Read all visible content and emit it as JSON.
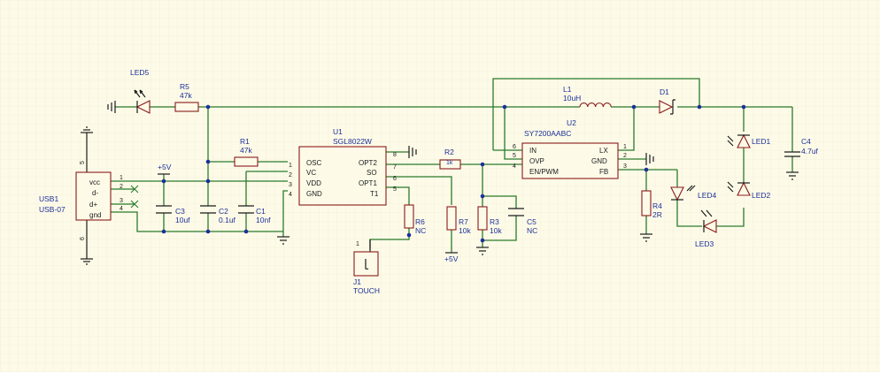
{
  "colors": {
    "background": "#fdfbe8",
    "wire": "#2b7a2b",
    "component_outline": "#8a1a1a",
    "label_text": "#1d2f9a",
    "grid": "#ede9cf"
  },
  "components": {
    "led5": {
      "ref": "LED5"
    },
    "r5": {
      "ref": "R5",
      "value": "47k"
    },
    "r1": {
      "ref": "R1",
      "value": "47k"
    },
    "u1": {
      "ref": "U1",
      "part": "SGL8022W",
      "pins_left": [
        {
          "num": "1",
          "name": "OSC"
        },
        {
          "num": "2",
          "name": "VC"
        },
        {
          "num": "3",
          "name": "VDD"
        },
        {
          "num": "4",
          "name": "GND"
        }
      ],
      "pins_right": [
        {
          "num": "8",
          "name": "OPT2"
        },
        {
          "num": "7",
          "name": "SO"
        },
        {
          "num": "6",
          "name": "OPT1"
        },
        {
          "num": "5",
          "name": "T1"
        }
      ]
    },
    "r2": {
      "ref": "R2",
      "value": "1k"
    },
    "u2": {
      "ref": "U2",
      "part": "SY7200AABC",
      "pins_left": [
        {
          "num": "6",
          "name": "IN"
        },
        {
          "num": "5",
          "name": "OVP"
        },
        {
          "num": "4",
          "name": "EN/PWM"
        }
      ],
      "pins_right": [
        {
          "num": "1",
          "name": "LX"
        },
        {
          "num": "2",
          "name": "GND"
        },
        {
          "num": "3",
          "name": "FB"
        }
      ]
    },
    "l1": {
      "ref": "L1",
      "value": "10uH"
    },
    "d1": {
      "ref": "D1"
    },
    "usb1": {
      "ref": "USB1",
      "part": "USB-07",
      "pins": [
        {
          "num": "1",
          "name": "vcc"
        },
        {
          "num": "2",
          "name": "d-"
        },
        {
          "num": "3",
          "name": "d+"
        },
        {
          "num": "4",
          "name": "gnd"
        }
      ],
      "pin_top": "5",
      "pin_bottom": "6"
    },
    "power_5v_left": {
      "label": "+5V"
    },
    "power_5v_r7": {
      "label": "+5V"
    },
    "c3": {
      "ref": "C3",
      "value": "10uf"
    },
    "c2": {
      "ref": "C2",
      "value": "0.1uf"
    },
    "c1": {
      "ref": "C1",
      "value": "10nf"
    },
    "r6": {
      "ref": "R6",
      "value": "NC"
    },
    "r7": {
      "ref": "R7",
      "value": "10k"
    },
    "r3": {
      "ref": "R3",
      "value": "10k"
    },
    "c5": {
      "ref": "C5",
      "value": "NC"
    },
    "j1": {
      "ref": "J1",
      "part": "TOUCH",
      "pin": "1"
    },
    "r4": {
      "ref": "R4",
      "value": "2R"
    },
    "led4": {
      "ref": "LED4"
    },
    "led3": {
      "ref": "LED3"
    },
    "led1": {
      "ref": "LED1"
    },
    "led2": {
      "ref": "LED2"
    },
    "c4": {
      "ref": "C4",
      "value": "4.7uf"
    }
  }
}
